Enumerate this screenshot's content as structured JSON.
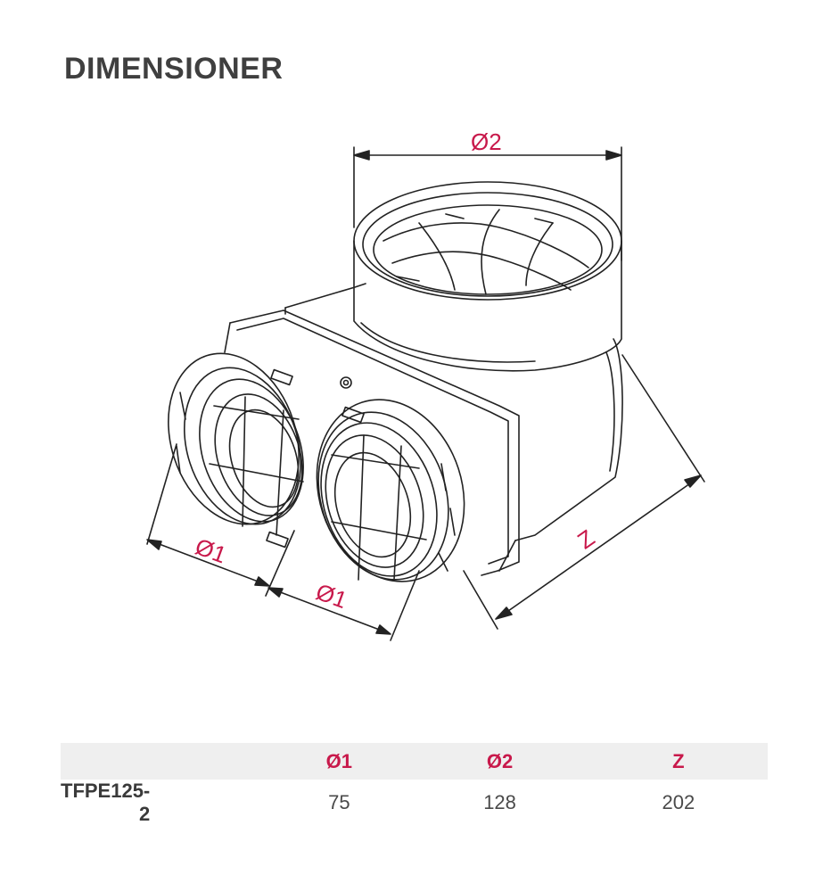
{
  "title": "DIMENSIONER",
  "labels": {
    "d1_left": "Ø1",
    "d1_right": "Ø1",
    "d2": "Ø2",
    "z": "Z"
  },
  "table": {
    "headers": [
      "",
      "Ø1",
      "Ø2",
      "Z"
    ],
    "rows": [
      {
        "model": "TFPE125-2",
        "d1": "75",
        "d2": "128",
        "z": "202"
      }
    ]
  },
  "colors": {
    "accent": "#c8194b",
    "title": "#3f3f3f",
    "line": "#222222"
  }
}
